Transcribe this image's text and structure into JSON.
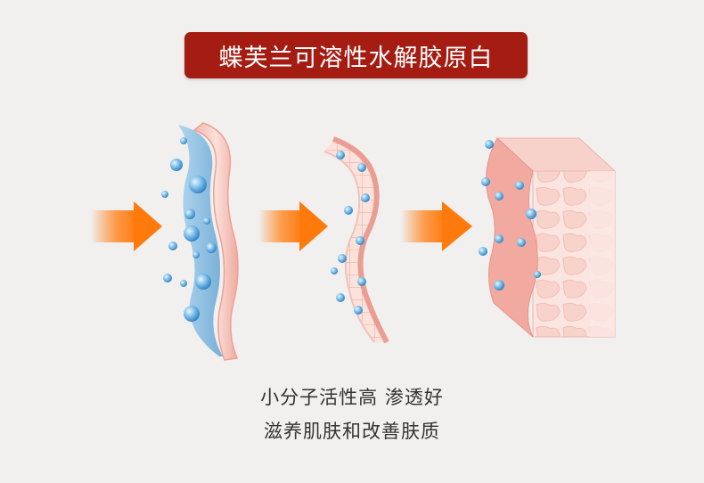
{
  "title": "蝶芙兰可溶性水解胶原白",
  "captions": [
    "小分子活性高 渗透好",
    "滋养肌肤和改善肤质"
  ],
  "colors": {
    "title_bg": "#a51c12",
    "arrow": "#ff7a0c",
    "skin": "#f6c9c0",
    "water": "#8ec4e6"
  },
  "icons": [
    "arrow-right-icon",
    "arrow-right-icon",
    "arrow-right-icon"
  ]
}
